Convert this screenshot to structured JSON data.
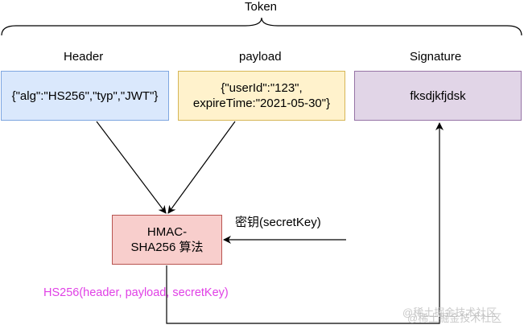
{
  "token": {
    "label": "Token"
  },
  "header": {
    "label": "Header",
    "content": "{\"alg\":\"HS256\",\"typ\",\"JWT\"}",
    "fill": "#dae8fc",
    "stroke": "#7ea6e0"
  },
  "payload": {
    "label": "payload",
    "content": "{\"userId\":\"123\",\nexpireTime:\"2021-05-30\"}",
    "fill": "#fff2cc",
    "stroke": "#d6b656"
  },
  "signature": {
    "label": "Signature",
    "content": "fksdjkfjdsk",
    "fill": "#e1d5e7",
    "stroke": "#9673a6"
  },
  "hmac": {
    "content": "HMAC-\nSHA256 算法",
    "fill": "#f8cecc",
    "stroke": "#b85450"
  },
  "secret_key_label": "密钥(secretKey)",
  "hs256_label": "HS256(header, payload, secretKey)",
  "hs256_color": "#e040e6",
  "watermark": "@稀土掘金技术社区"
}
